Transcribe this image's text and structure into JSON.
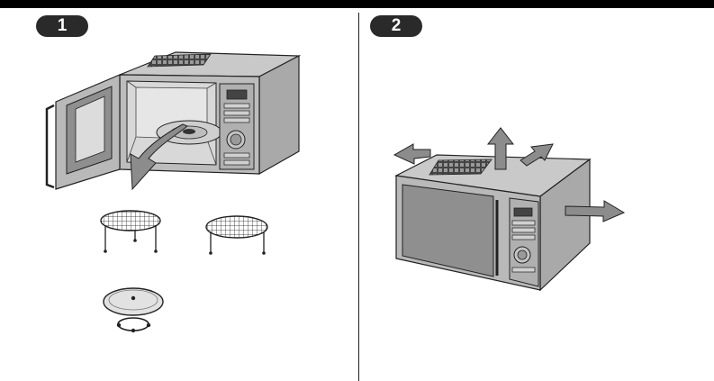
{
  "steps": [
    {
      "number": "1"
    },
    {
      "number": "2"
    }
  ],
  "colors": {
    "bar": "#000000",
    "badge": "#2a2a2a",
    "body_gray": "#b5b5b5",
    "dark_gray": "#7a7a7a",
    "arrow_gray": "#8c8c8c"
  },
  "icons": [
    "microwave-open-door",
    "turntable-removal-arrow",
    "high-rack",
    "low-rack",
    "glass-turntable",
    "roller-ring",
    "microwave-closed",
    "ventilation-arrows"
  ]
}
